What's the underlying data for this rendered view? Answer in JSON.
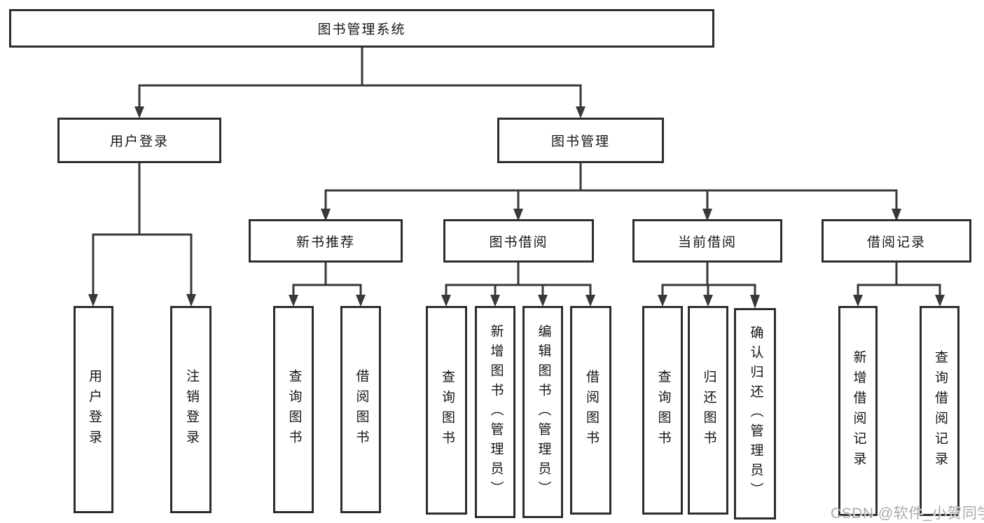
{
  "diagram": {
    "root": {
      "label": "图书管理系统"
    },
    "login_branch": {
      "label": "用户登录",
      "children": [
        {
          "label": "用户登录"
        },
        {
          "label": "注销登录"
        }
      ]
    },
    "mgmt_branch": {
      "label": "图书管理",
      "sections": [
        {
          "label": "新书推荐",
          "children": [
            {
              "label": "查询图书"
            },
            {
              "label": "借阅图书"
            }
          ]
        },
        {
          "label": "图书借阅",
          "children": [
            {
              "label": "查询图书"
            },
            {
              "label": "新增图书（管理员）"
            },
            {
              "label": "编辑图书（管理员）"
            },
            {
              "label": "借阅图书"
            }
          ]
        },
        {
          "label": "当前借阅",
          "children": [
            {
              "label": "查询图书"
            },
            {
              "label": "归还图书"
            },
            {
              "label": "确认归还（管理员）"
            }
          ]
        },
        {
          "label": "借阅记录",
          "children": [
            {
              "label": "新增借阅记录"
            },
            {
              "label": "查询借阅记录"
            }
          ]
        }
      ]
    }
  },
  "watermark": {
    "text": "CSDN @软件_小贺同学"
  },
  "colors": {
    "line": "#383838",
    "border": "#2d2d2d",
    "text": "#161616",
    "background": "#ffffff",
    "watermark": "#a9a9a9"
  }
}
